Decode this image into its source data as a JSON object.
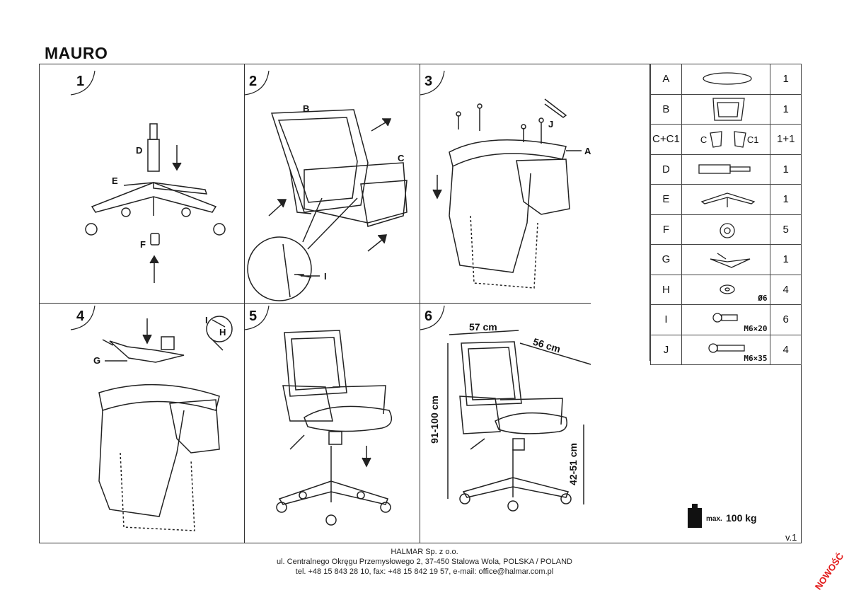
{
  "document": {
    "title": "MAURO",
    "version": "v.1",
    "badge": "NOWOŚĆ",
    "max_load_prefix": "max.",
    "max_load_value": "100 kg"
  },
  "steps": [
    "1",
    "2",
    "3",
    "4",
    "5",
    "6"
  ],
  "step1": {
    "labels": [
      "D",
      "E",
      "F"
    ]
  },
  "step2": {
    "labels": [
      "B",
      "C",
      "I"
    ]
  },
  "step3": {
    "labels": [
      "J",
      "A"
    ]
  },
  "step4": {
    "labels": [
      "G",
      "I",
      "H"
    ]
  },
  "step6": {
    "width": "57 cm",
    "depth": "56 cm",
    "height": "91-100 cm",
    "seat_height": "42-51 cm"
  },
  "parts": [
    {
      "code": "A",
      "qty": "1",
      "icon": "seat-icon",
      "size": ""
    },
    {
      "code": "B",
      "qty": "1",
      "icon": "backrest-icon",
      "size": ""
    },
    {
      "code": "C+C1",
      "qty": "1+1",
      "icon": "armrest-icon",
      "size": ""
    },
    {
      "code": "D",
      "qty": "1",
      "icon": "gas-lift-icon",
      "size": ""
    },
    {
      "code": "E",
      "qty": "1",
      "icon": "base-icon",
      "size": ""
    },
    {
      "code": "F",
      "qty": "5",
      "icon": "caster-icon",
      "size": ""
    },
    {
      "code": "G",
      "qty": "1",
      "icon": "mechanism-icon",
      "size": ""
    },
    {
      "code": "H",
      "qty": "4",
      "icon": "washer-icon",
      "size": "Ø6"
    },
    {
      "code": "I",
      "qty": "6",
      "icon": "screw-short-icon",
      "size": "M6×20"
    },
    {
      "code": "J",
      "qty": "4",
      "icon": "screw-long-icon",
      "size": "M6×35"
    }
  ],
  "armrest_labels": {
    "c": "C",
    "c1": "C1"
  },
  "footer": {
    "company": "HALMAR Sp. z o.o.",
    "address": "ul. Centralnego Okręgu Przemysłowego 2, 37-450 Stalowa Wola, POLSKA / POLAND",
    "contact": "tel. +48 15 843 28 10, fax: +48 15 842 19 57, e-mail: office@halmar.com.pl"
  }
}
